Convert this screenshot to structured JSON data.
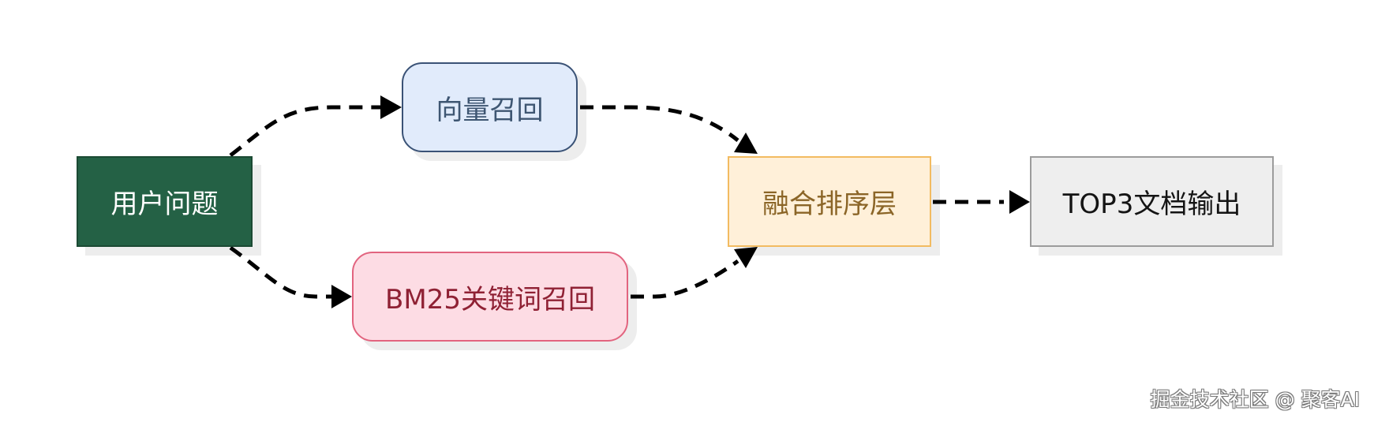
{
  "nodes": {
    "user_question": "用户问题",
    "vector_recall": "向量召回",
    "bm25_recall": "BM25关键词召回",
    "fusion_ranking": "融合排序层",
    "top3_output": "TOP3文档输出"
  },
  "edges": [
    {
      "from": "user_question",
      "to": "vector_recall",
      "style": "dashed"
    },
    {
      "from": "user_question",
      "to": "bm25_recall",
      "style": "dashed"
    },
    {
      "from": "vector_recall",
      "to": "fusion_ranking",
      "style": "dashed"
    },
    {
      "from": "bm25_recall",
      "to": "fusion_ranking",
      "style": "dashed"
    },
    {
      "from": "fusion_ranking",
      "to": "top3_output",
      "style": "dashed"
    }
  ],
  "watermark": "掘金技术社区 @ 聚客AI",
  "colors": {
    "user_fill": "#246145",
    "vector_fill": "#e1ebfb",
    "bm25_fill": "#fddce4",
    "fusion_fill": "#fff0d9",
    "output_fill": "#eeeeee",
    "edge": "#000000"
  }
}
